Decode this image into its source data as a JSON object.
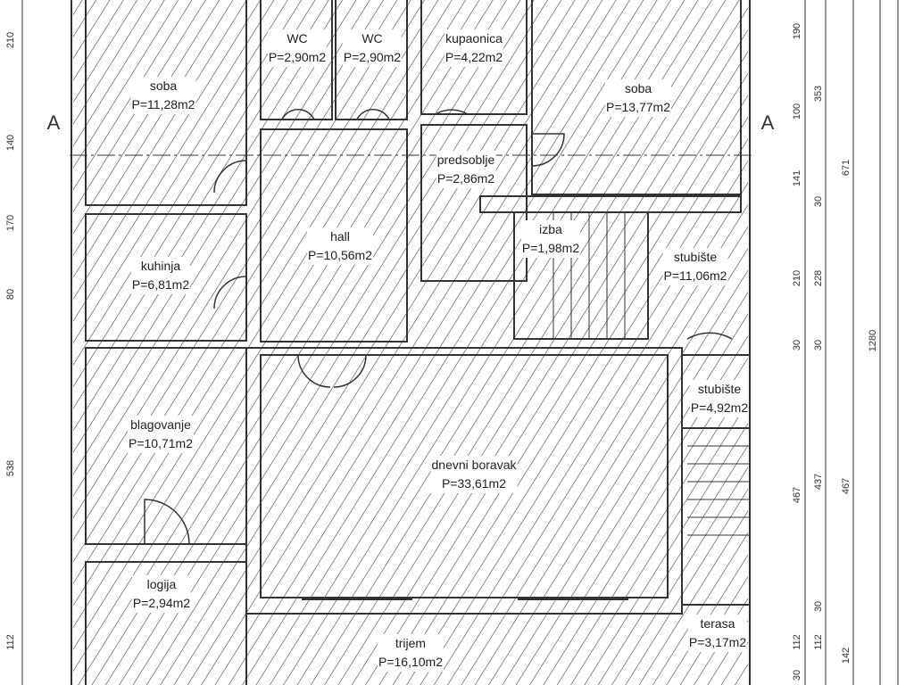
{
  "rooms": [
    {
      "name": "soba",
      "area": "P=11,28m2"
    },
    {
      "name": "WC",
      "area": "P=2,90m2"
    },
    {
      "name": "WC",
      "area": "P=2,90m2"
    },
    {
      "name": "kupaonica",
      "area": "P=4,22m2"
    },
    {
      "name": "soba",
      "area": "P=13,77m2"
    },
    {
      "name": "predsoblje",
      "area": "P=2,86m2"
    },
    {
      "name": "izba",
      "area": "P=1,98m2"
    },
    {
      "name": "hall",
      "area": "P=10,56m2"
    },
    {
      "name": "stubište",
      "area": "P=11,06m2"
    },
    {
      "name": "kuhinja",
      "area": "P=6,81m2"
    },
    {
      "name": "stubište",
      "area": "P=4,92m2"
    },
    {
      "name": "blagovanje",
      "area": "P=10,71m2"
    },
    {
      "name": "dnevni boravak",
      "area": "P=33,61m2"
    },
    {
      "name": "logija",
      "area": "P=2,94m2"
    },
    {
      "name": "terasa",
      "area": "P=3,17m2"
    },
    {
      "name": "trijem",
      "area": "P=16,10m2"
    }
  ],
  "section_marker": "A",
  "dimensions": {
    "left": [
      "210",
      "140",
      "170",
      "80",
      "538",
      "112"
    ],
    "right1": [
      "190",
      "100",
      "141",
      "210",
      "30",
      "467",
      "30",
      "112"
    ],
    "right2": [
      "353",
      "30",
      "228",
      "30",
      "437",
      "30",
      "112"
    ],
    "right3": [
      "671",
      "467",
      "142"
    ],
    "right4": [
      "1280"
    ]
  },
  "colors": {
    "line": "#333333",
    "background": "#ffffff"
  }
}
